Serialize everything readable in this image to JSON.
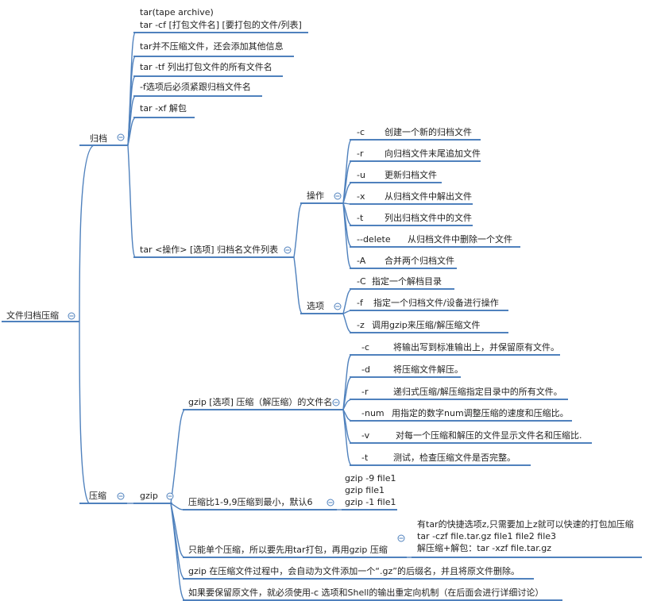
{
  "colors": {
    "line": "#4f81bd",
    "text": "#222222",
    "background": "#ffffff"
  },
  "root": "文件归档压缩",
  "archive": {
    "label": "归档",
    "items": [
      [
        "tar(tape archive)",
        "tar -cf [打包文件名] [要打包的文件/列表]"
      ],
      [
        "tar并不压缩文件，还会添加其他信息"
      ],
      [
        "tar -tf 列出打包文件的所有文件名"
      ],
      [
        "-f选项后必须紧跟归档文件名"
      ],
      [
        "tar -xf 解包"
      ]
    ],
    "syntax": "tar <操作> [选项] 归档名文件列表",
    "operations": {
      "label": "操作",
      "items": [
        {
          "flag": "-c",
          "desc": "创建一个新的归档文件"
        },
        {
          "flag": "-r",
          "desc": "向归档文件末尾追加文件"
        },
        {
          "flag": "-u",
          "desc": "更新归档文件"
        },
        {
          "flag": "-x",
          "desc": "从归档文件中解出文件"
        },
        {
          "flag": "-t",
          "desc": "列出归档文件中的文件"
        },
        {
          "flag": "--delete",
          "desc": "从归档文件中删除一个文件"
        },
        {
          "flag": "-A",
          "desc": "合并两个归档文件"
        }
      ]
    },
    "options": {
      "label": "选项",
      "items": [
        {
          "flag": "-C",
          "desc": "指定一个解档目录"
        },
        {
          "flag": "-f",
          "desc": "指定一个归档文件/设备进行操作"
        },
        {
          "flag": "-z",
          "desc": "调用gzip来压缩/解压缩文件"
        }
      ]
    }
  },
  "compress": {
    "label": "压缩",
    "gzip": {
      "label": "gzip",
      "syntax": "gzip [选项] 压缩（解压缩）的文件名",
      "options": [
        {
          "flag": "-c",
          "desc": "将输出写到标准输出上，并保留原有文件。"
        },
        {
          "flag": "-d",
          "desc": "将压缩文件解压。"
        },
        {
          "flag": "-r",
          "desc": "递归式压缩/解压缩指定目录中的所有文件。"
        },
        {
          "flag": "-num",
          "desc": "用指定的数字num调整压缩的速度和压缩比。"
        },
        {
          "flag": "-v",
          "desc": "对每一个压缩和解压的文件显示文件名和压缩比."
        },
        {
          "flag": "-t",
          "desc": "测试，检查压缩文件是否完整。"
        }
      ],
      "ratio": {
        "label": "压缩比1-9,9压缩到最小，默认6",
        "examples": [
          "gzip -9 file1",
          "gzip file1",
          "gzip -1 file1"
        ]
      },
      "single": {
        "label": "只能单个压缩，所以要先用tar打包，再用gzip 压缩",
        "detail": [
          "有tar的快捷选项z,只需要加上z就可以快速的打包加压缩",
          "tar -czf file.tar.gz file1 file2 file3",
          "解压缩+解包：tar -xzf file.tar.gz"
        ]
      },
      "suffix_note": "gzip 在压缩文件过程中，会自动为文件添加一个“.gz”的后缀名，并且将原文件删除。",
      "keep_note": "如果要保留原文件，就必须使用-c 选项和Shell的输出重定向机制（在后面会进行详细讨论）"
    }
  }
}
